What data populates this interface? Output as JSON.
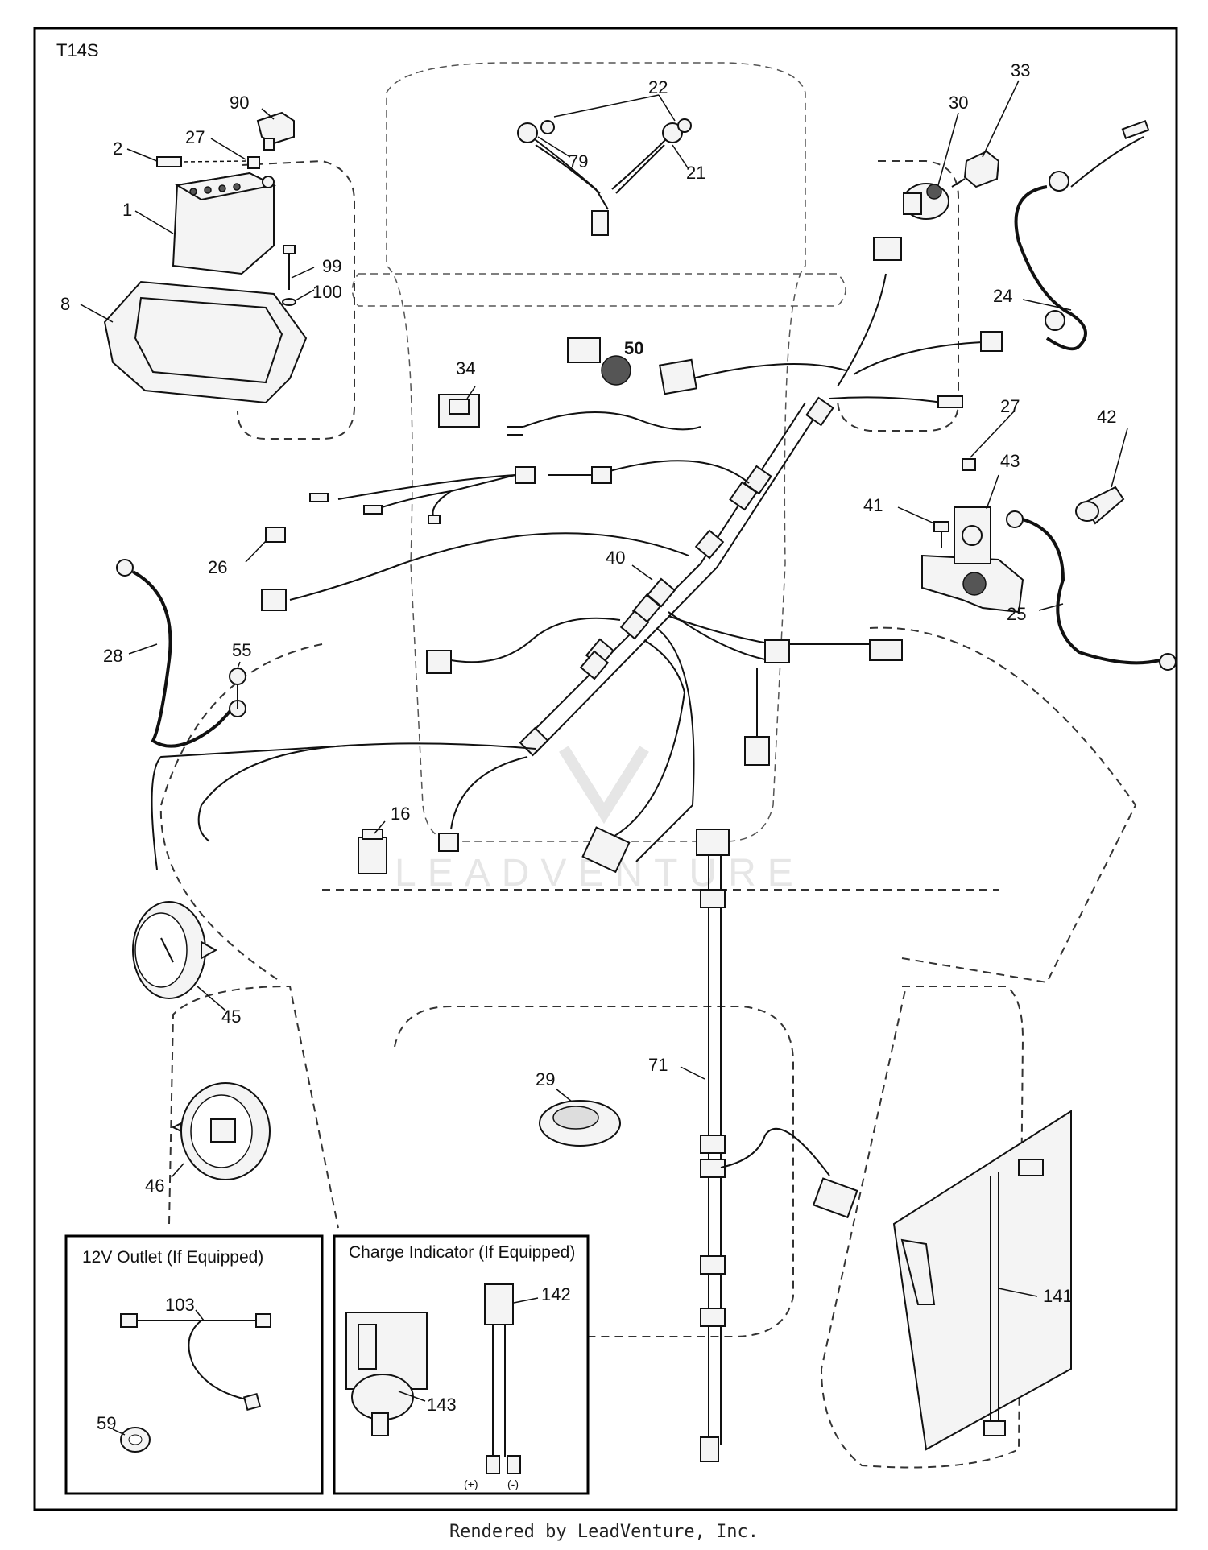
{
  "diagram_code": "T14S",
  "watermark": "LEADVENTURE",
  "footer": "Rendered by LeadVenture, Inc.",
  "insets": {
    "outlet_title": "12V Outlet (If Equipped)",
    "charge_title": "Charge Indicator (If Equipped)",
    "polarity_plus": "(+)",
    "polarity_minus": "(-)"
  },
  "callouts": {
    "c1": "1",
    "c2": "2",
    "c8": "8",
    "c16": "16",
    "c21": "21",
    "c22": "22",
    "c24": "24",
    "c25": "25",
    "c26": "26",
    "c27a": "27",
    "c27b": "27",
    "c28": "28",
    "c29": "29",
    "c30": "30",
    "c33": "33",
    "c34": "34",
    "c40": "40",
    "c41": "41",
    "c42": "42",
    "c43": "43",
    "c45": "45",
    "c46": "46",
    "c50": "50",
    "c55": "55",
    "c59": "59",
    "c71": "71",
    "c79": "79",
    "c90": "90",
    "c99": "99",
    "c100": "100",
    "c103": "103",
    "c141": "141",
    "c142": "142",
    "c143": "143"
  }
}
